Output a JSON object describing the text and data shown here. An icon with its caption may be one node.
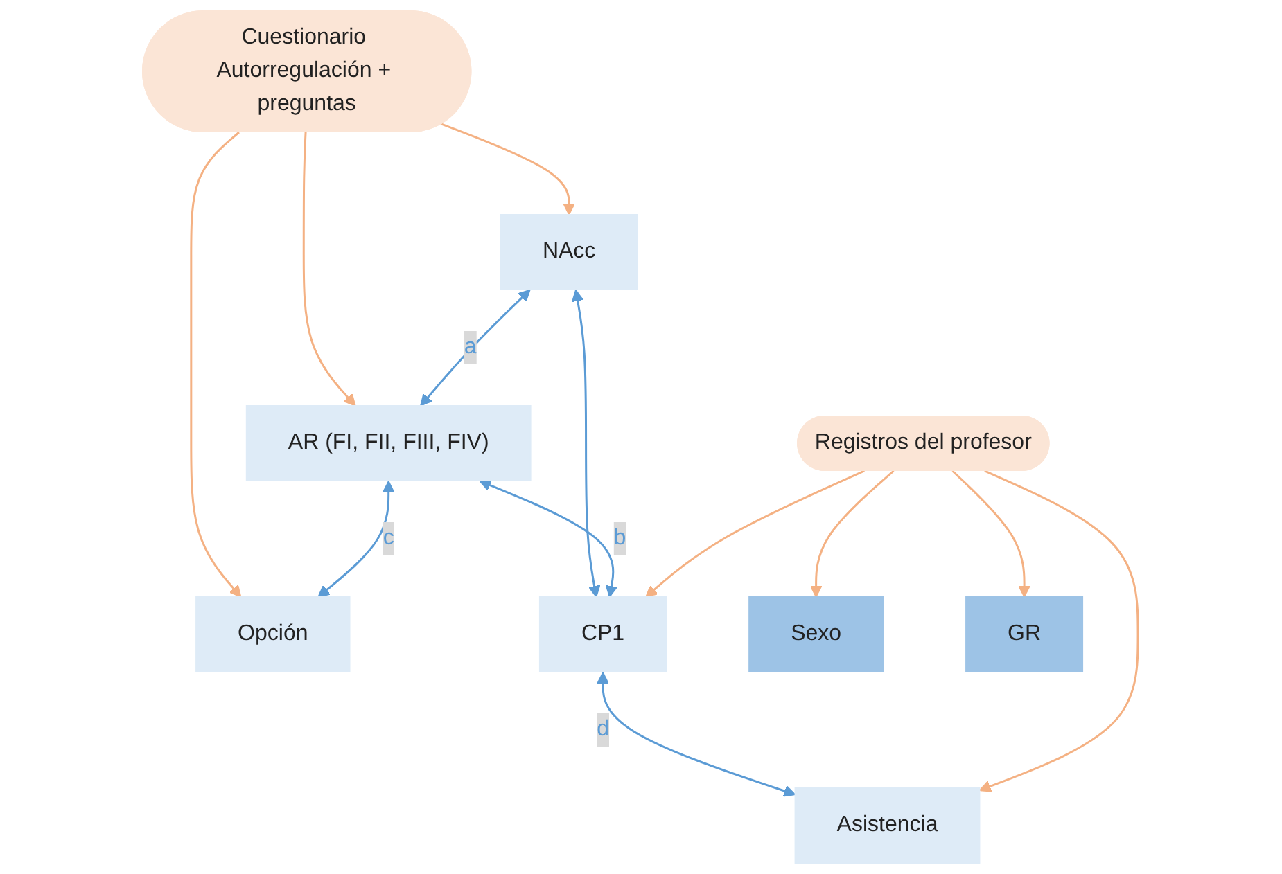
{
  "diagram": {
    "nodes": [
      {
        "text": [
          "Cuestionario Autorregulación + preguntas"
        ]
      },
      {
        "text": [
          "NAcc"
        ]
      },
      {
        "text": [
          "AR (FI, FII, FIII, FIV)"
        ]
      },
      {
        "text": [
          "Opción"
        ]
      },
      {
        "text": [
          "CP1"
        ]
      },
      {
        "text": [
          "Asistencia"
        ]
      },
      {
        "text": [
          "Registros del profesor"
        ]
      },
      {
        "text": [
          "Sexo"
        ]
      },
      {
        "text": [
          "GR"
        ]
      }
    ],
    "edges": [
      {
        "from": 0,
        "to": 1,
        "arrow": "to"
      },
      {
        "from": 0,
        "to": 2,
        "arrow": "to"
      },
      {
        "from": 0,
        "to": 3,
        "arrow": "to"
      },
      {
        "from": 1,
        "to": 2,
        "arrow": "both",
        "label": "a",
        "color": "#5b9bd5"
      },
      {
        "from": 2,
        "to": 3,
        "arrow": "both",
        "label": "c",
        "color": "#5b9bd5"
      },
      {
        "from": 1,
        "to": 4,
        "arrow": "both",
        "color": "#5b9bd5"
      },
      {
        "from": 4,
        "to": 2,
        "arrow": "both",
        "label": "b",
        "color": "#5b9bd5"
      },
      {
        "from": 4,
        "to": 5,
        "arrow": "both",
        "label": "d",
        "color": "#5b9bd5"
      },
      {
        "from": 6,
        "to": 4,
        "arrow": "to"
      },
      {
        "from": 6,
        "to": 5,
        "arrow": "to"
      },
      {
        "from": 6,
        "to": 7,
        "arrow": "to"
      },
      {
        "from": 6,
        "to": 8,
        "arrow": "to"
      }
    ]
  }
}
